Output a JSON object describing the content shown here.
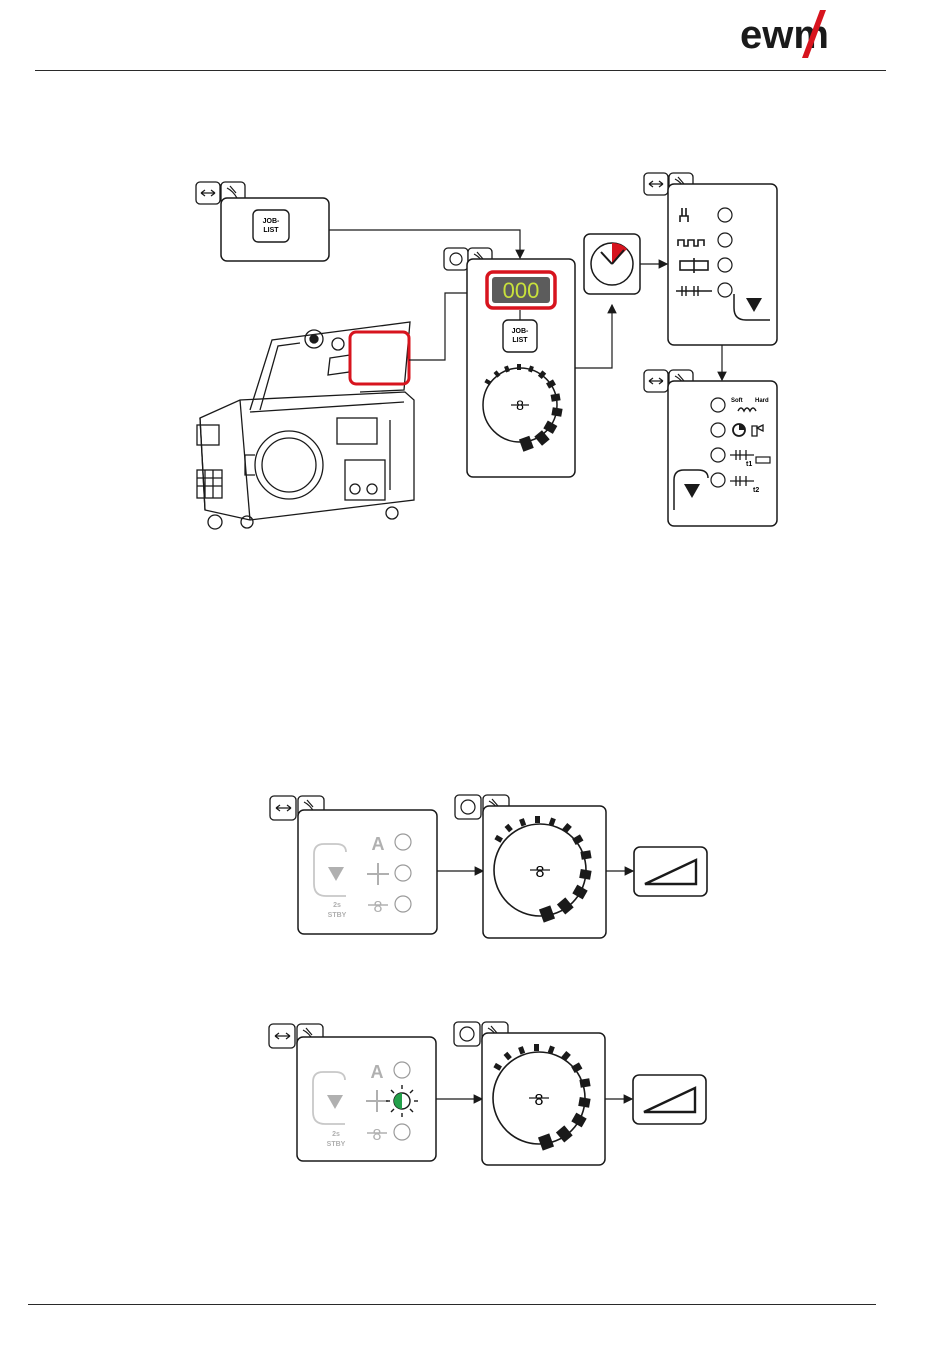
{
  "header": {
    "logo_text": "ewm"
  },
  "figure1": {
    "job_list_button_top": "JOB-\nLIST",
    "display_value": "000",
    "job_list_button_mid": "JOB-\nLIST",
    "options_panel_bottom": {
      "soft_label": "Soft",
      "hard_label": "Hard",
      "t1_label": "t1",
      "t2_label": "t2"
    }
  },
  "figure2": {
    "letter_a": "A",
    "standby_time": "2s",
    "standby_label": "STBY",
    "active_indicator_color": "#23a04a"
  },
  "figure3": {
    "letter_a": "A",
    "standby_time": "2s",
    "standby_label": "STBY",
    "active_indicator_color": "#23a04a"
  },
  "colors": {
    "highlight": "#d7141e",
    "display_bg": "#5c5c5c",
    "display_digits": "#c8e03c"
  }
}
